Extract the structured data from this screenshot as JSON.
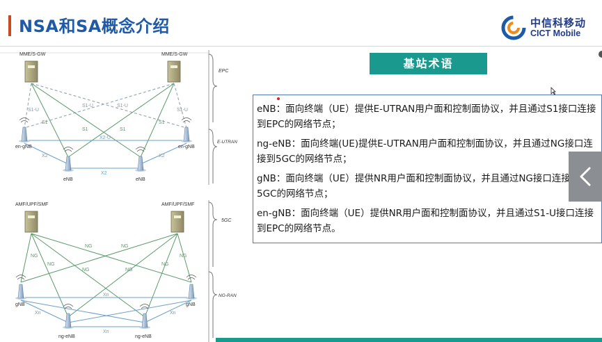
{
  "slide": {
    "title": "NSA和SA概念介绍",
    "logo_cn": "中信科移动",
    "logo_en": "CICT Mobile",
    "terms_header": "基站术语"
  },
  "definitions": [
    "eNB：面向终端（UE）提供E-UTRAN用户面和控制面协议，并且通过S1接口连接到EPC的网络节点；",
    "ng-eNB：面向终端(UE)提供E-UTRAN用户面和控制面协议，并且通过NG接口连接到5GC的网络节点；",
    "gNB：面向终端（UE）提供NR用户面和控制面协议，并且通过NG接口连接到5GC的网络节点；",
    "en-gNB：面向终端（UE）提供NR用户面和控制面协议，并且通过S1-U接口连接到EPC的网络节点。"
  ],
  "diagram": {
    "top": {
      "core_left": "MME/S-GW",
      "core_right": "MME/S-GW",
      "core_domain": "EPC",
      "ran_domain": "E-UTRAN",
      "node_left": "en-gNB",
      "node_right": "en-gNB",
      "node_mid_left": "eNB",
      "node_mid_right": "eNB",
      "link_s1u": "S1-U",
      "link_s1": "S1",
      "link_x2u": "X2-U",
      "link_x2": "X2"
    },
    "bottom": {
      "core_left": "AMF/UPF/SMF",
      "core_right": "AMF/UPF/SMF",
      "core_domain": "5GC",
      "ran_domain": "NG-RAN",
      "node_left": "gNB",
      "node_right": "gNB",
      "node_mid_left": "ng-eNB",
      "node_mid_right": "ng-eNB",
      "link_ng": "NG",
      "link_xn": "Xn"
    }
  },
  "colors": {
    "title": "#1f5aa8",
    "accent": "#c94a1e",
    "teal": "#1a9a8f",
    "box_border": "#4f7bb5",
    "link_gray": "#9aa9b8",
    "link_green": "#5a9a6a",
    "link_blue": "#6aa0c8"
  }
}
